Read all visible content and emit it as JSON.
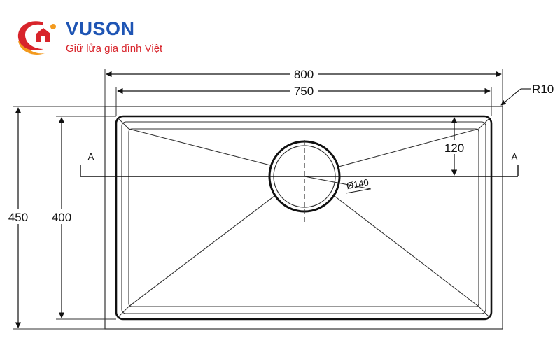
{
  "brand": {
    "name": "VUSON",
    "slogan": "Giữ lửa gia đình Việt",
    "colors": {
      "primary": "#1f55b4",
      "accent": "#d8242b",
      "orange": "#f39a1e"
    }
  },
  "drawing": {
    "dimensions": {
      "outer_width": "800",
      "inner_width": "750",
      "outer_height": "450",
      "inner_height": "400",
      "drain_offset": "120",
      "drain_diameter": "Ø140",
      "corner_radius": "R10"
    },
    "section_labels": {
      "left": "A",
      "right": "A"
    }
  }
}
